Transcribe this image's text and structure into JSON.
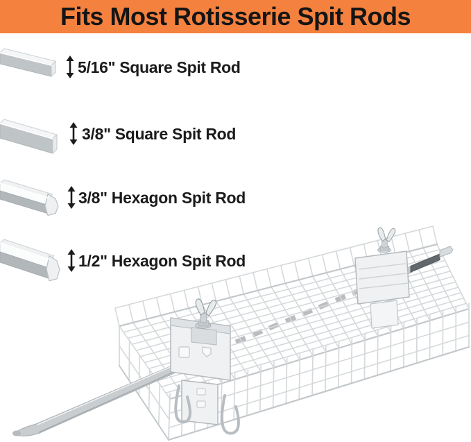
{
  "header": {
    "title": "Fits Most Rotisserie Spit Rods"
  },
  "rod_options": [
    {
      "label": "5/16\" Square Spit Rod",
      "size": "5/16\"",
      "shape": "square"
    },
    {
      "label": "3/8\" Square Spit Rod",
      "size": "3/8\"",
      "shape": "square"
    },
    {
      "label": "3/8\" Hexagon Spit Rod",
      "size": "3/8\"",
      "shape": "hexagon"
    },
    {
      "label": "1/2\" Hexagon Spit Rod",
      "size": "1/2\"",
      "shape": "hexagon"
    }
  ],
  "icons": {
    "height_arrow": "double-arrow-vertical"
  },
  "colors": {
    "banner_orange": "#F5813E",
    "text_black": "#1B1B1B",
    "steel_light": "#F2F4F5",
    "steel_mid": "#BFC4C7",
    "steel_dark": "#62686D",
    "wire_gray": "#D5D9DB"
  }
}
